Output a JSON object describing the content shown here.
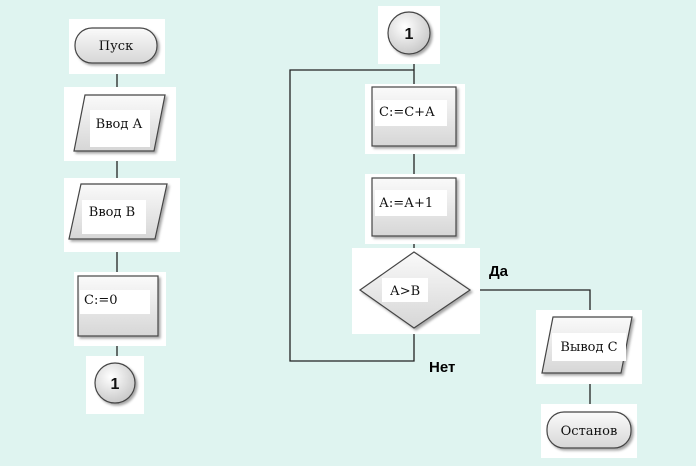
{
  "left_chart": {
    "start": "Пуск",
    "input_a": "Ввод А",
    "input_b": "Ввод В",
    "assign_c": "С:=0",
    "connector": "1"
  },
  "right_chart": {
    "connector": "1",
    "step_c": "С:=С+А",
    "step_a": "А:=А+1",
    "condition": "А>В",
    "yes_label": "Да",
    "no_label": "Нет",
    "output_c": "Вывод С",
    "stop": "Останов"
  }
}
